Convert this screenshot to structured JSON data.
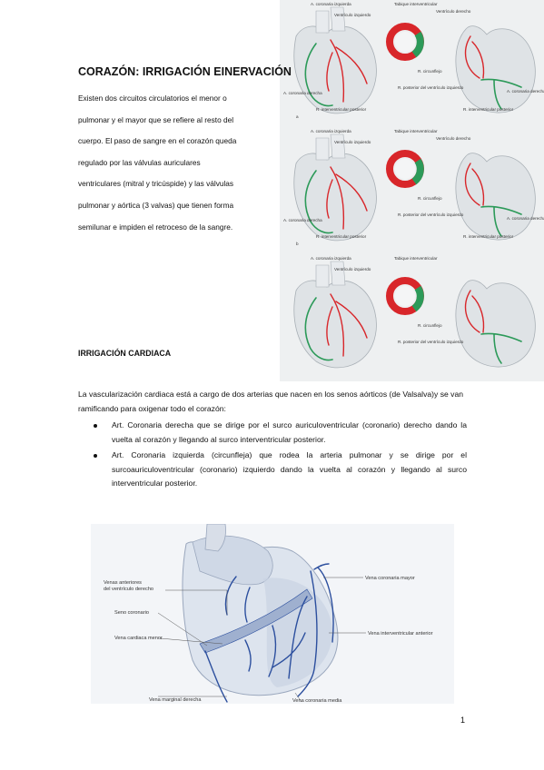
{
  "title": "CORAZÓN: IRRIGACIÓN EINERVACIÓN",
  "intro_lines": [
    "Existen dos circuitos circulatorios el menor o",
    "pulmonar y el mayor que se refiere al resto del",
    "cuerpo. El paso de sangre en el corazón queda",
    "regulado por las válvulas auriculares",
    "ventriculares (mitral y tricúspide) y las válvulas",
    "pulmonar y aórtica (3 valvas) que tienen forma",
    "semilunar e impiden el retroceso de la sangre."
  ],
  "section_heading": "IRRIGACIÓN CARDIACA",
  "body_paragraph": "La vascularización cardiaca está a cargo de dos arterias que nacen en los senos aórticos (de Valsalva)y se van ramificando para oxigenar todo el corazón:",
  "bullets": [
    "Art. Coronaria derecha que se dirige por el surco auriculoventricular (coronario) derecho dando la vuelta al corazón y llegando al surco interventricular posterior.",
    "Art. Coronaria izquierda (circunfleja) que rodea la arteria pulmonar y se dirige por el surcoauriculoventricular (coronario) izquierdo dando la vuelta al corazón y llegando al surco interventricular posterior."
  ],
  "figure_top": {
    "rows": [
      {
        "letter": "a",
        "labels": {
          "left_top": "A. coronaria izquierda",
          "left_mid": "Ventrículo izquierdo",
          "septum": "Tabique interventricular",
          "right_ventricle": "Ventrículo derecho",
          "left_bottom": "A. coronaria derecha",
          "interventricular": "R. interventricular posterior",
          "circunfleja": "R. circunflejo",
          "posterior": "R. posterior del ventrículo izquierdo",
          "right_bottom": "A. coronaria derecha",
          "right_interventricular": "R. interventricular posterior"
        }
      },
      {
        "letter": "b",
        "labels": {
          "left_top": "A. coronaria izquierda",
          "left_mid": "Ventrículo izquierdo",
          "septum": "Tabique interventricular",
          "right_ventricle": "Ventrículo derecho",
          "left_bottom": "A. coronaria derecha",
          "interventricular": "R. interventricular posterior",
          "circunfleja": "R. circunflejo",
          "posterior": "R. posterior del ventrículo izquierdo",
          "right_bottom": "A. coronaria derecha",
          "right_interventricular": "R. interventricular posterior"
        }
      },
      {
        "letter": "",
        "labels": {
          "left_top": "A. coronaria izquierda",
          "left_mid": "Ventrículo izquierdo",
          "septum": "Tabique interventricular",
          "right_ventricle": "",
          "left_bottom": "",
          "interventricular": "",
          "circunfleja": "R. circunflejo",
          "posterior": "R. posterior del ventrículo izquierdo",
          "right_bottom": "",
          "right_interventricular": ""
        }
      }
    ]
  },
  "figure_bottom": {
    "labels": {
      "venas_anteriores": "Venas anteriores del ventrículo derecho",
      "seno_coronario": "Seno coronario",
      "vena_cardiaca_menor": "Vena cardiaca menor",
      "vena_marginal_derecha": "Vena marginal derecha",
      "vena_coronaria_mayor": "Vena coronaria mayor",
      "vena_interventricular_anterior": "Vena interventricular anterior",
      "vena_coronaria_media": "Vena coronaria media"
    }
  },
  "colors": {
    "artery_red": "#d8262a",
    "artery_green": "#2c9a59",
    "vein_blue": "#2c4f9e",
    "heart_tissue": "#dfe3e6"
  },
  "page_number": "1"
}
